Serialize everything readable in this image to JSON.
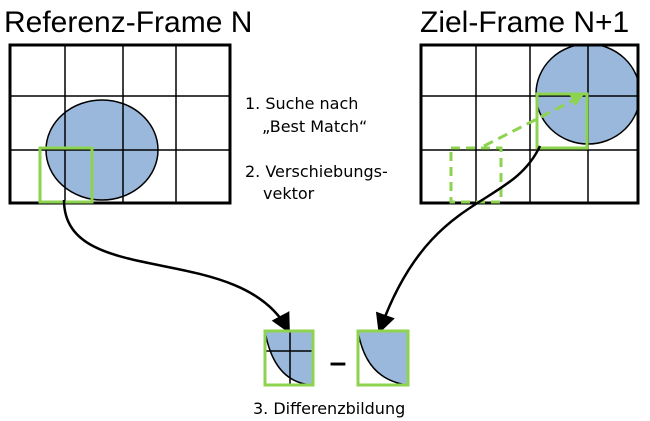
{
  "frames": {
    "reference_title": "Referenz-Frame N",
    "target_title": "Ziel-Frame N+1"
  },
  "steps": {
    "step1_line1": "1. Suche nach",
    "step1_line2": "„Best Match“",
    "step2_line1": "2. Verschiebungs-",
    "step2_line2": "vektor",
    "step3": "3. Differenzbildung"
  },
  "operator": "–",
  "colors": {
    "object_fill": "#9ab8dc",
    "block_outline": "#8dd34f",
    "grid_line": "#000000",
    "background": "#ffffff"
  }
}
